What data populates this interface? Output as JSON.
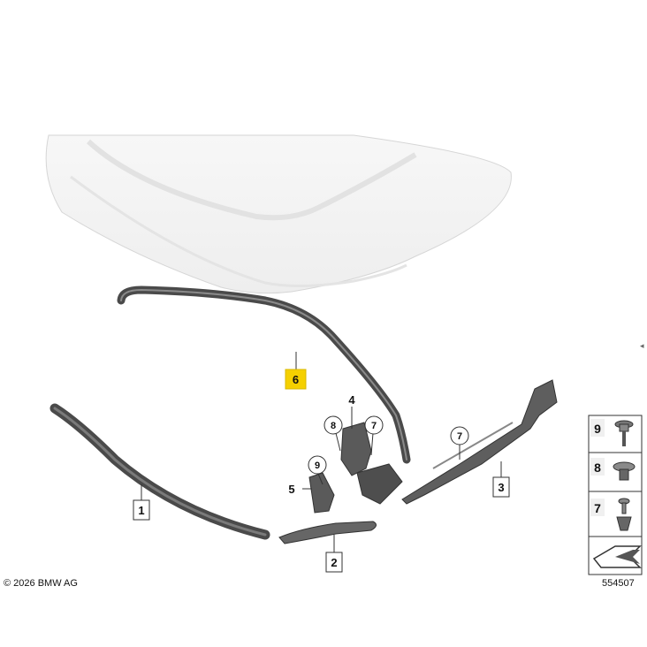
{
  "callouts": {
    "c1": "1",
    "c2": "2",
    "c3": "3",
    "c4": "4",
    "c5": "5",
    "c6": "6",
    "c7a": "7",
    "c7b": "7",
    "c8": "8",
    "c9": "9"
  },
  "legend": {
    "items": [
      {
        "number": "9",
        "icon": "flange-bolt-icon"
      },
      {
        "number": "8",
        "icon": "expanding-nut-icon"
      },
      {
        "number": "7",
        "icon": "push-rivet-icon"
      }
    ],
    "direction_icon": "direction-arrow-icon"
  },
  "colors": {
    "highlight": "#f5d000",
    "part_dark": "#555555",
    "hood": "#f4f4f4"
  },
  "footer": {
    "copyright": "© 2026 BMW AG",
    "diagram_number": "554507"
  },
  "side_mark": "◂"
}
